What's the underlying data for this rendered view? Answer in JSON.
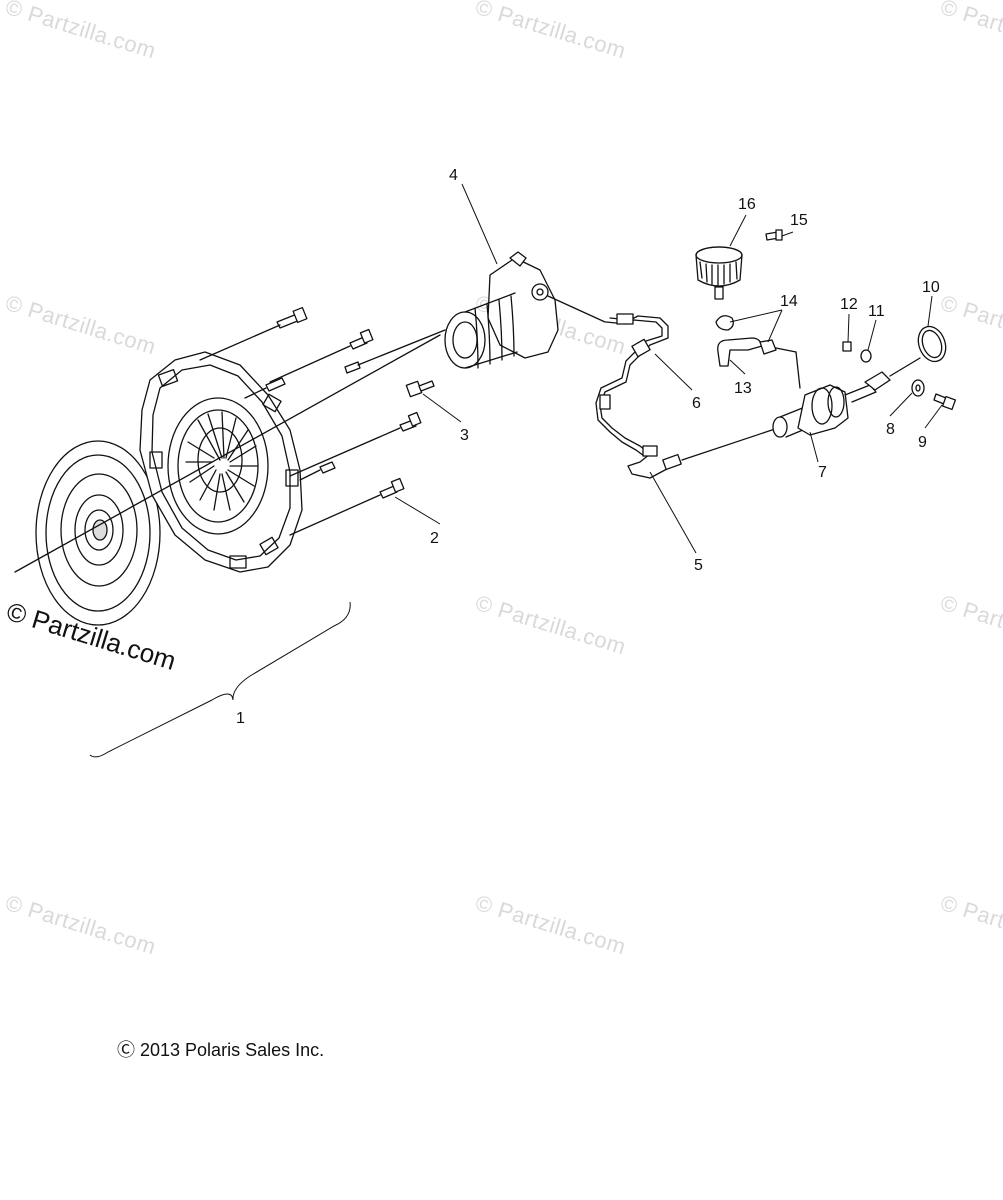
{
  "watermark": {
    "text": "© Partzilla.com",
    "main_text": "© Partzilla.com",
    "color": "#d9d9d9"
  },
  "copyright": "Ⓒ 2013 Polaris Sales Inc.",
  "callouts": [
    {
      "id": "1",
      "label": "1",
      "part": "clutch-assembly-group"
    },
    {
      "id": "2",
      "label": "2",
      "part": "pressure-plate-bolt"
    },
    {
      "id": "3",
      "label": "3",
      "part": "slave-cylinder-bolt"
    },
    {
      "id": "4",
      "label": "4",
      "part": "slave-cylinder"
    },
    {
      "id": "5",
      "label": "5",
      "part": "hydraulic-line"
    },
    {
      "id": "6",
      "label": "6",
      "part": "line-fitting"
    },
    {
      "id": "7",
      "label": "7",
      "part": "master-cylinder"
    },
    {
      "id": "8",
      "label": "8",
      "part": "washer"
    },
    {
      "id": "9",
      "label": "9",
      "part": "bolt"
    },
    {
      "id": "10",
      "label": "10",
      "part": "o-ring"
    },
    {
      "id": "11",
      "label": "11",
      "part": "washer"
    },
    {
      "id": "12",
      "label": "12",
      "part": "nut"
    },
    {
      "id": "13",
      "label": "13",
      "part": "reservoir-hose"
    },
    {
      "id": "14",
      "label": "14",
      "part": "hose-clamp"
    },
    {
      "id": "15",
      "label": "15",
      "part": "reservoir-screw"
    },
    {
      "id": "16",
      "label": "16",
      "part": "fluid-reservoir"
    }
  ]
}
